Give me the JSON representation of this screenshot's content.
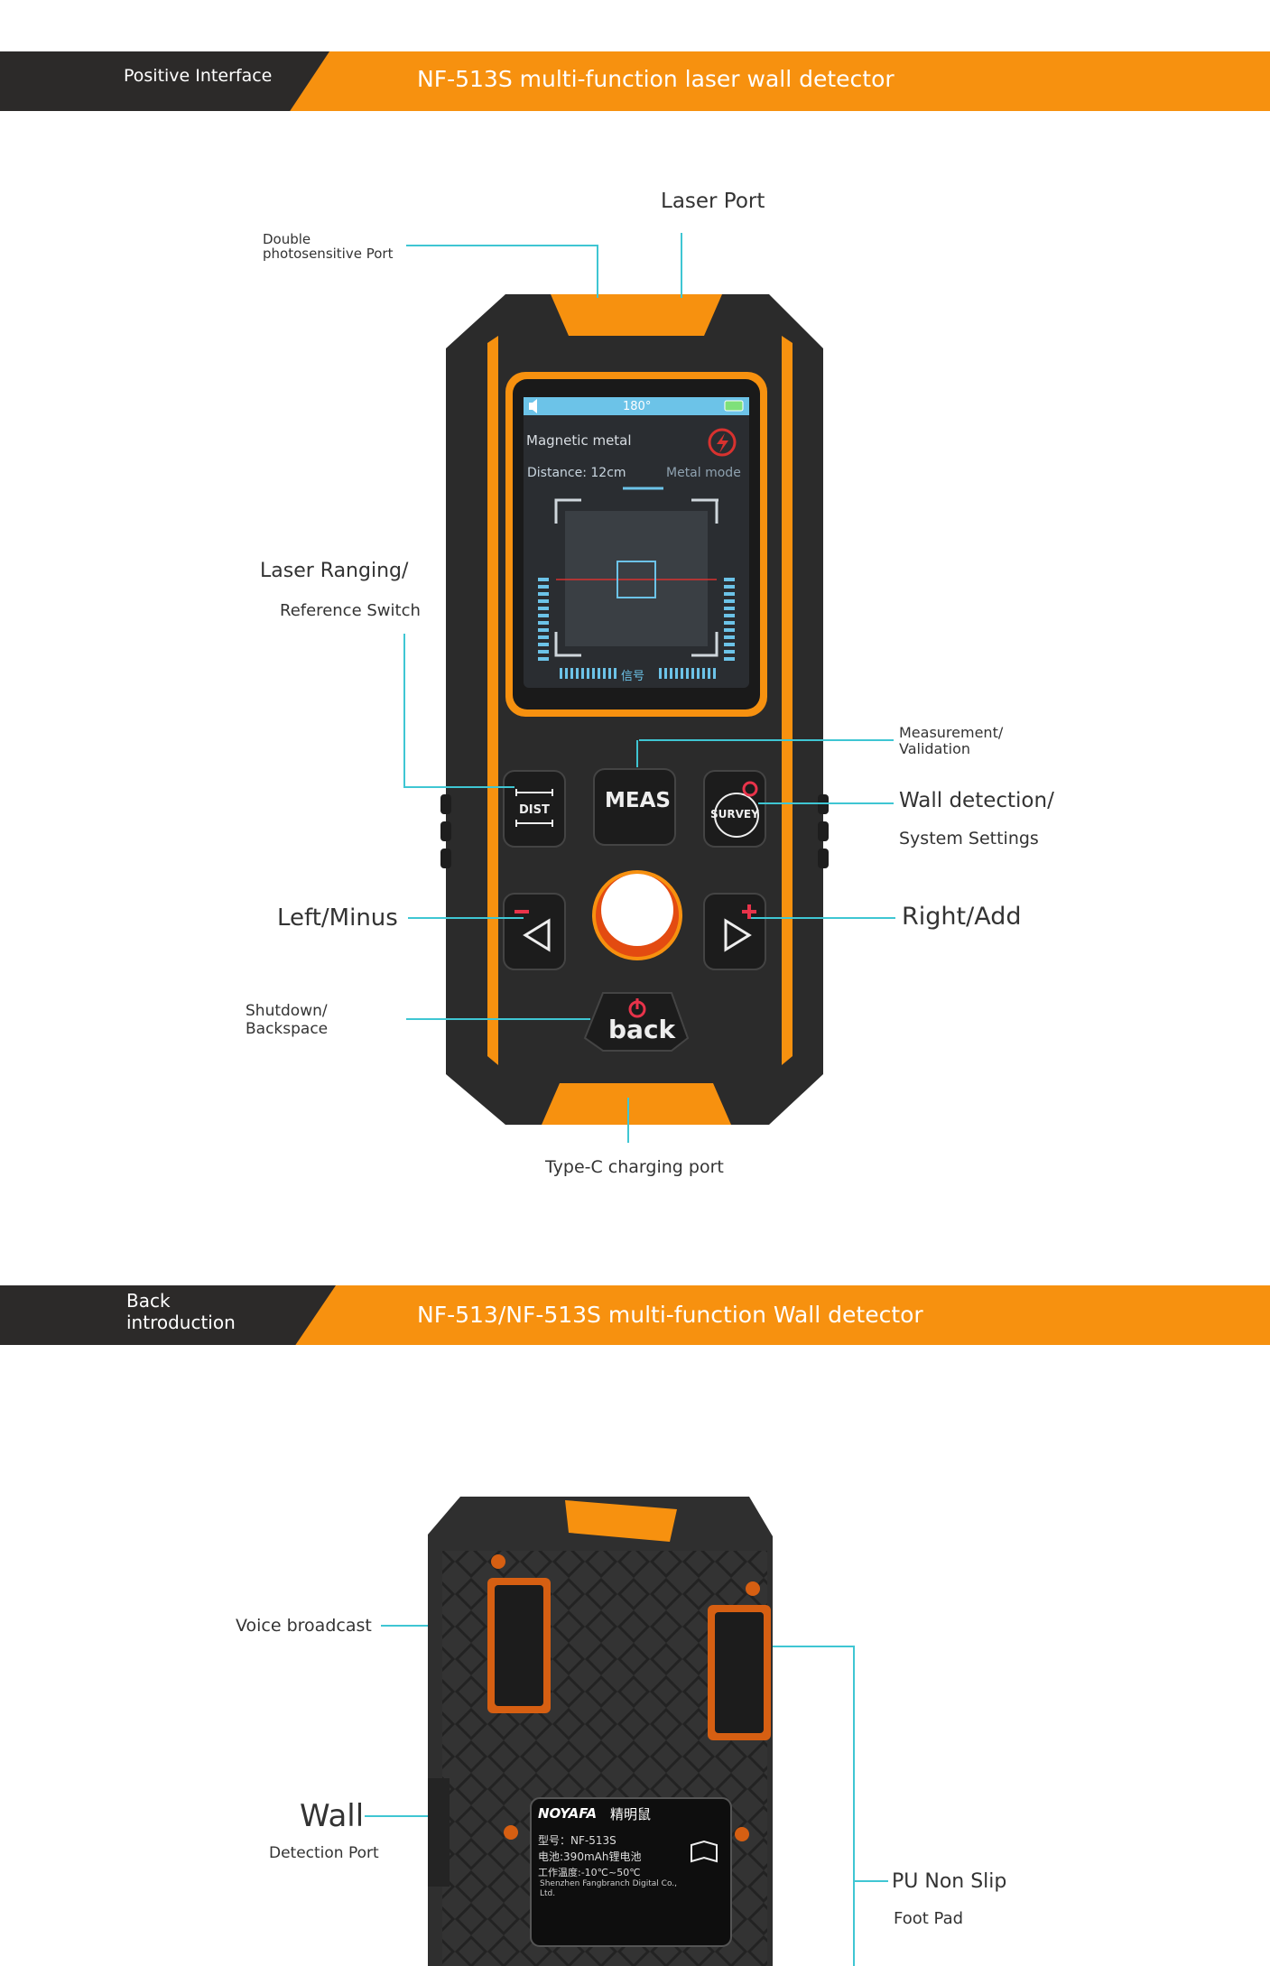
{
  "banner_front": {
    "tab_label": "Positive Interface",
    "title": "NF-513S multi-function laser wall detector"
  },
  "front_labels": {
    "laser_port": "Laser Port",
    "double_photo_line1": "Double",
    "double_photo_line2": "photosensitive Port",
    "laser_ranging_line1": "Laser Ranging/",
    "laser_ranging_line2": "Reference Switch",
    "measurement_line1": "Measurement/",
    "measurement_line2": "Validation",
    "wall_detection_line1": "Wall detection/",
    "wall_detection_line2": "System Settings",
    "left_minus": "Left/Minus",
    "right_add": "Right/Add",
    "shutdown_line1": "Shutdown/",
    "shutdown_line2": "Backspace",
    "type_c": "Type-C charging port"
  },
  "screen": {
    "angle": "180°",
    "material": "Magnetic metal",
    "distance": "Distance: 12cm",
    "mode": "Metal mode",
    "signal_label": "信号"
  },
  "buttons": {
    "dist": "DIST",
    "meas": "MEAS",
    "survey": "SURVEY",
    "back": "back"
  },
  "banner_back": {
    "tab_line1": "Back",
    "tab_line2": "introduction",
    "title": "NF-513/NF-513S multi-function Wall detector"
  },
  "back_labels": {
    "voice": "Voice broadcast",
    "wall_line1": "Wall",
    "wall_line2": "Detection Port",
    "pu_line1": "PU Non Slip",
    "pu_line2": "Foot Pad"
  },
  "nameplate": {
    "brand": "NOYAFA",
    "brand_cn": "精明鼠",
    "model": "型号：NF-513S",
    "battery": "电池:390mAh锂电池",
    "temp": "工作温度:-10℃~50℃",
    "company": "Shenzhen Fangbranch Digital Co., Ltd."
  },
  "colors": {
    "orange": "#f7910f",
    "dark": "#2c2a29",
    "cyan_line": "#3fc6d3",
    "screen_blue": "#6cc3e8"
  }
}
